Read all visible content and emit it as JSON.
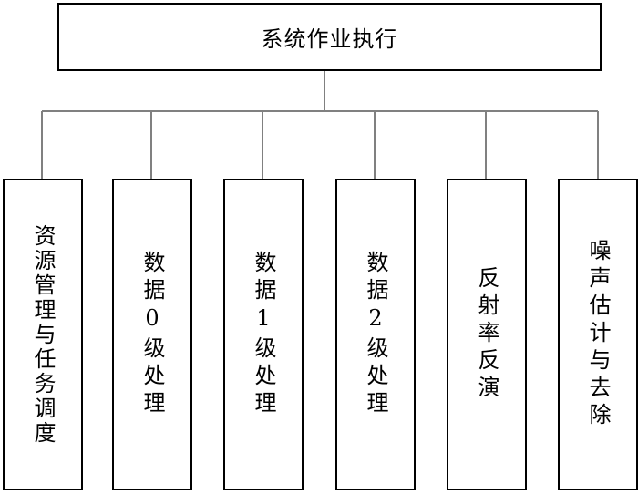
{
  "root": {
    "label": "系统作业执行"
  },
  "children": [
    {
      "label": "资源管理与任务调度"
    },
    {
      "label": "数据0级处理"
    },
    {
      "label": "数据1级处理"
    },
    {
      "label": "数据2级处理"
    },
    {
      "label": "反射率反演"
    },
    {
      "label": "噪声估计与去除"
    }
  ],
  "colors": {
    "box_border": "#000000",
    "connector": "#808080",
    "text": "#000000",
    "background": "#ffffff"
  }
}
